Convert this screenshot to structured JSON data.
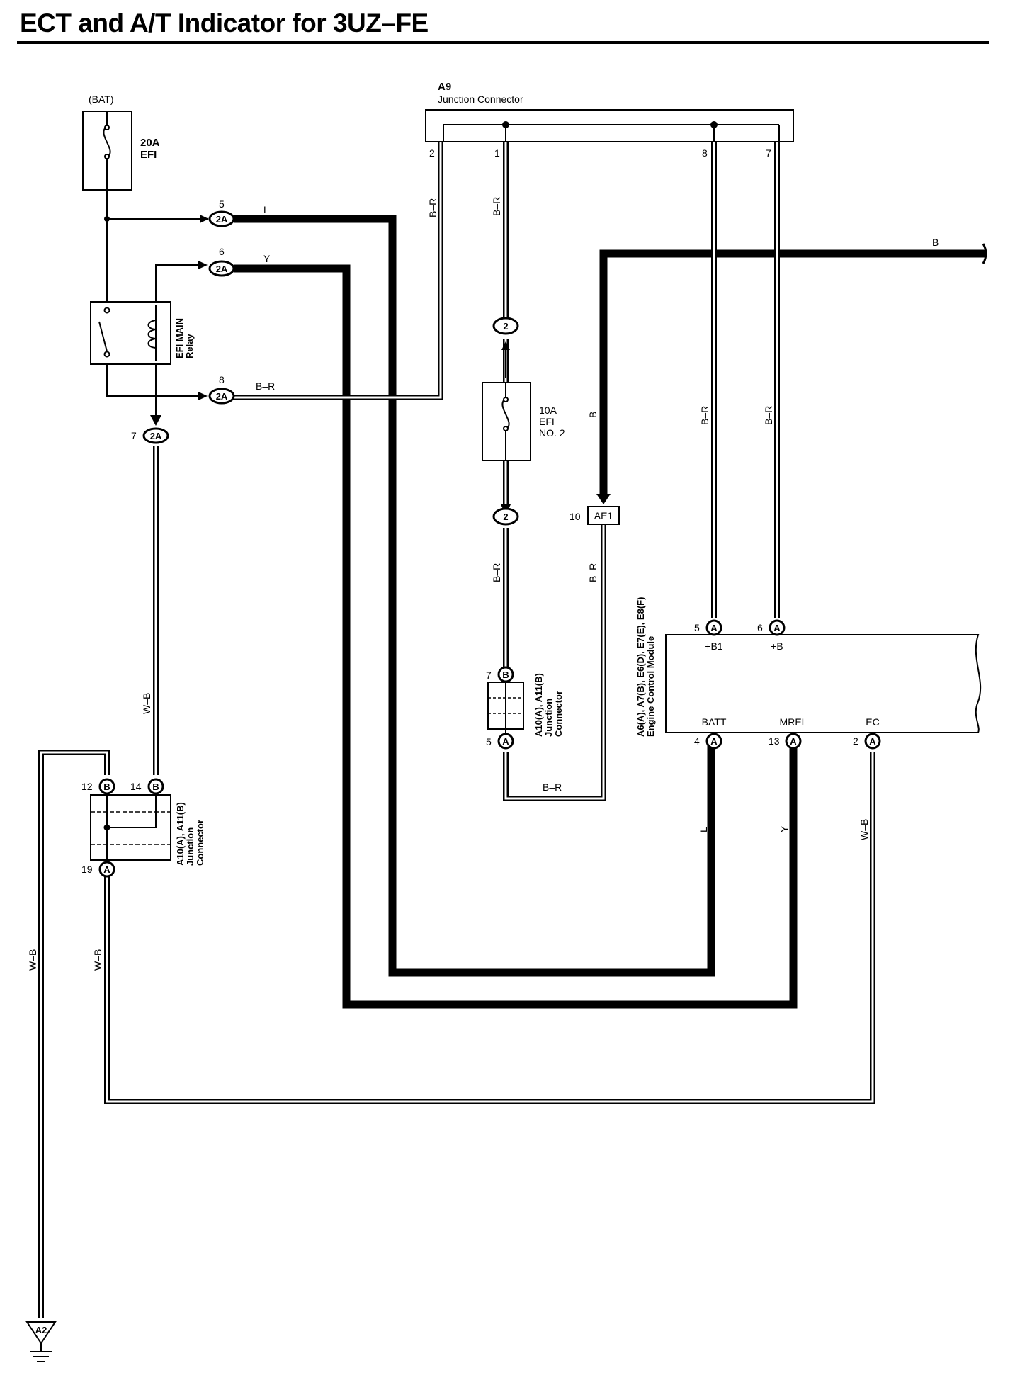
{
  "title": "ECT and A/T Indicator for 3UZ–FE",
  "colors": {
    "wire": "#000000",
    "background": "#ffffff"
  },
  "fuses": {
    "efi": {
      "source": "(BAT)",
      "rating": "20A",
      "name": "EFI"
    },
    "efi_no2": {
      "rating": "10A",
      "name": "EFI",
      "name2": "NO. 2"
    }
  },
  "relay": {
    "name": "EFI MAIN",
    "name2": "Relay"
  },
  "junction_a9": {
    "code": "A9",
    "name": "Junction Connector",
    "pins": [
      "2",
      "1",
      "8",
      "7"
    ]
  },
  "junction_a10_upper": {
    "code": "A10(A), A11(B)",
    "name": "Junction",
    "name2": "Connector",
    "pin_top": "7",
    "pin_top_tag": "B",
    "pin_bottom": "5",
    "pin_bottom_tag": "A"
  },
  "junction_a10_lower": {
    "code": "A10(A), A11(B)",
    "name": "Junction",
    "name2": "Connector",
    "pin_12": "12",
    "pin_14": "14",
    "pin_19": "19",
    "tag_b": "B",
    "tag_a": "A"
  },
  "connector_2a": {
    "tag": "2A",
    "pins": [
      "5",
      "6",
      "8",
      "7"
    ]
  },
  "connector_2": {
    "tag": "2"
  },
  "connector_ae1": {
    "pin": "10",
    "tag": "AE1"
  },
  "ecm": {
    "code": "A6(A), A7(B), E6(D), E7(E), E8(F)",
    "name": "Engine Control Module",
    "top_pins": [
      {
        "num": "5",
        "tag": "A",
        "label": "+B1"
      },
      {
        "num": "6",
        "tag": "A",
        "label": "+B"
      }
    ],
    "bottom_pins": [
      {
        "num": "4",
        "tag": "A",
        "label": "BATT"
      },
      {
        "num": "13",
        "tag": "A",
        "label": "MREL"
      },
      {
        "num": "2",
        "tag": "A",
        "label": "EC"
      }
    ]
  },
  "ground": {
    "tag": "A2"
  },
  "wire_colors": {
    "l": "L",
    "y": "Y",
    "br": "B–R",
    "b": "B",
    "wb": "W–B"
  }
}
